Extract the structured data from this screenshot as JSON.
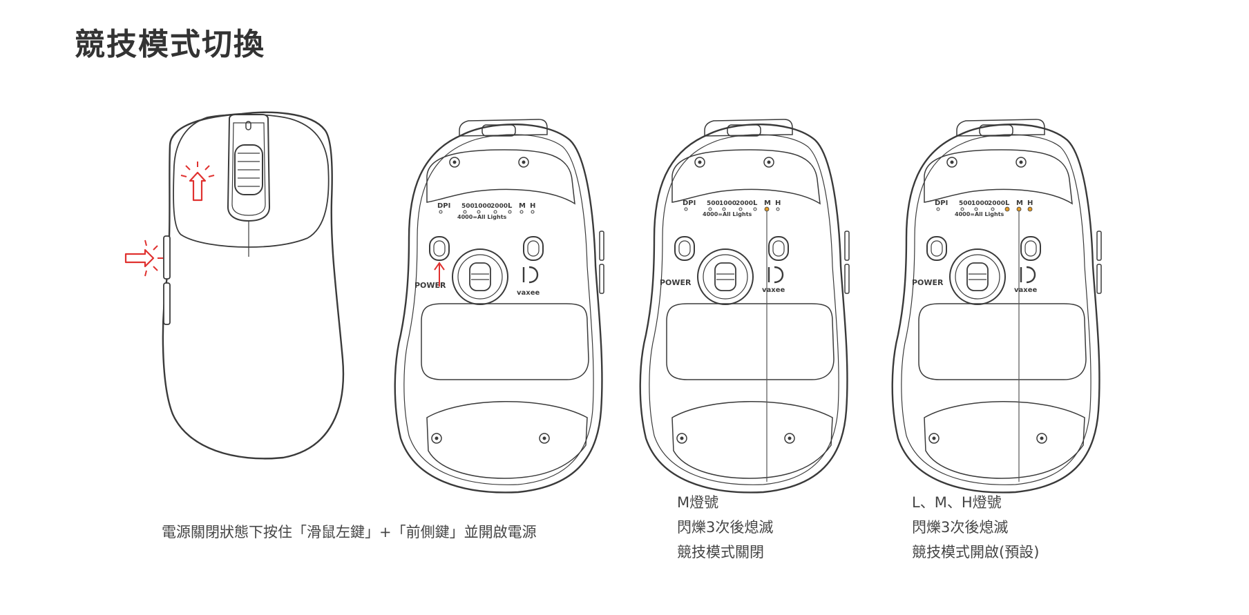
{
  "title": "競技模式切換",
  "colors": {
    "accent": "#e0312f",
    "line": "#3a3a3a",
    "led_on": "#e09a2a"
  },
  "bottom_labels": {
    "dpi": "DPI",
    "d500": "500",
    "d1000": "1000",
    "d2000": "2000",
    "l": "L",
    "m": "M",
    "h": "H",
    "all_lights": "4000=All Lights",
    "power": "POWER",
    "brand": "vaxee"
  },
  "captions": {
    "power_on_instruction": "電源關閉狀態下按住「滑鼠左鍵」+「前側鍵」並開啟電源",
    "comp_off": {
      "line1": "M燈號",
      "line2": "閃爍3次後熄滅",
      "line3": "競技模式關閉"
    },
    "comp_on": {
      "line1": "L、M、H燈號",
      "line2": "閃爍3次後熄滅",
      "line3": "競技模式開啟(預設)"
    }
  }
}
